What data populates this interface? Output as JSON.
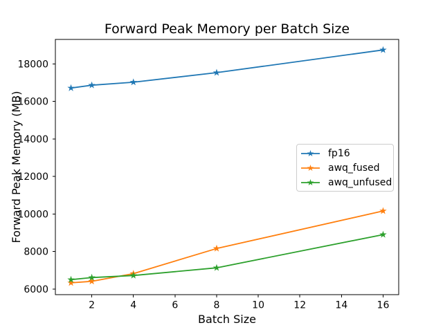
{
  "chart_data": {
    "type": "line",
    "title": "Forward Peak Memory per Batch Size",
    "xlabel": "Batch Size",
    "ylabel": "Forward Peak Memory (MB)",
    "x": [
      1,
      2,
      4,
      8,
      16
    ],
    "series": [
      {
        "name": "fp16",
        "color": "#1f77b4",
        "marker": "star",
        "values": [
          16710,
          16860,
          17020,
          17530,
          18740
        ]
      },
      {
        "name": "awq_fused",
        "color": "#ff7f0e",
        "marker": "star",
        "values": [
          6330,
          6410,
          6820,
          8160,
          10160
        ]
      },
      {
        "name": "awq_unfused",
        "color": "#2ca02c",
        "marker": "star",
        "values": [
          6500,
          6610,
          6720,
          7130,
          8900
        ]
      }
    ],
    "xticks": [
      2,
      4,
      6,
      8,
      10,
      12,
      14,
      16
    ],
    "yticks": [
      6000,
      8000,
      10000,
      12000,
      14000,
      16000,
      18000
    ],
    "xlim": [
      0.25,
      16.75
    ],
    "ylim": [
      5700,
      19300
    ],
    "grid": false,
    "legend_position": "center right"
  },
  "colors": {
    "background": "#ffffff",
    "axes": "#000000",
    "text": "#000000",
    "legend_border": "#cccccc"
  }
}
